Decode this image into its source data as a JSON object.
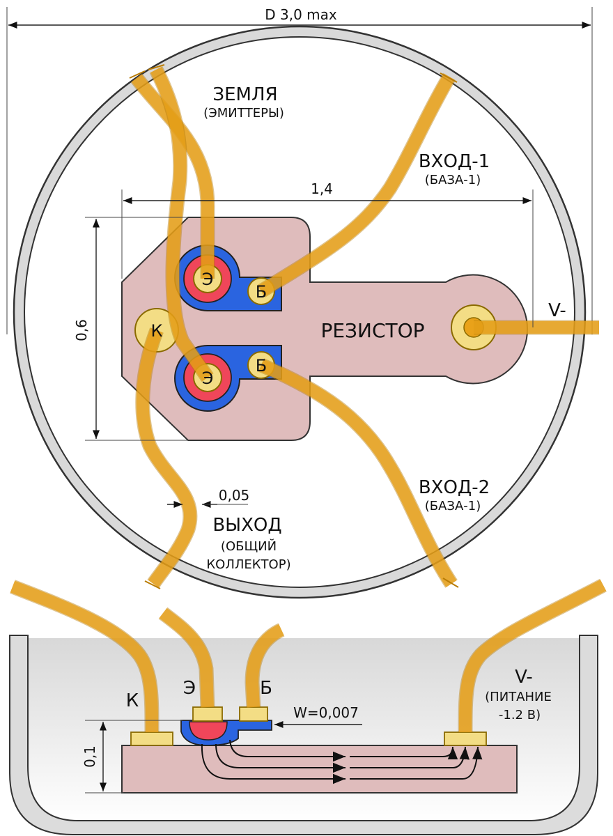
{
  "diagram": {
    "top_view": {
      "dim_diameter": "D 3,0 max",
      "dim_width": "1,4",
      "dim_height": "0,6",
      "dim_wire": "0,05",
      "label_ground": "ЗЕМЛЯ",
      "label_ground_sub": "(ЭМИТТЕРЫ)",
      "label_input1": "ВХОД-1",
      "label_input1_sub": "(БАЗА-1)",
      "label_input2": "ВХОД-2",
      "label_input2_sub": "(БАЗА-1)",
      "label_output": "ВЫХОД",
      "label_output_sub1": "(ОБЩИЙ",
      "label_output_sub2": "КОЛЛЕКТОР)",
      "label_resistor": "РЕЗИСТОР",
      "label_vminus": "V-",
      "pin_emitter": "Э",
      "pin_base": "Б",
      "pin_collector": "К"
    },
    "side_view": {
      "pin_collector": "К",
      "pin_emitter": "Э",
      "pin_base": "Б",
      "label_vminus": "V-",
      "label_supply1": "(ПИТАНИЕ",
      "label_supply2": "-1.2 В)",
      "dim_base_width": "W=0,007",
      "dim_thickness": "0,1"
    },
    "colors": {
      "substrate": "#dfbcbc",
      "n_region": "#2a64e0",
      "p_region": "#f0465a",
      "gold_pad": "#f3dd85",
      "wire": "#e9a21a",
      "case": "#dcdcdc"
    }
  }
}
